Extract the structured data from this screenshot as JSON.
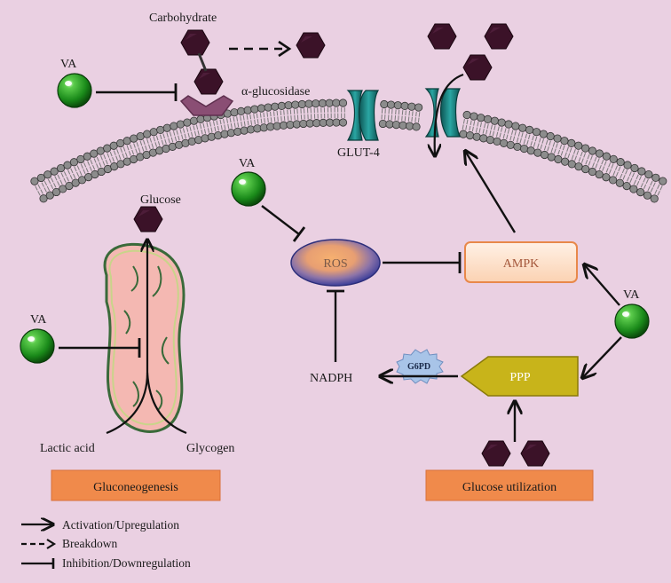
{
  "labels": {
    "carbohydrate": "Carbohydrate",
    "alpha_glucosidase": "α-glucosidase",
    "glut4": "GLUT-4",
    "glucose": "Glucose",
    "ros": "ROS",
    "ampk": "AMPK",
    "nadph": "NADPH",
    "g6pd": "G6PD",
    "ppp": "PPP",
    "lactic_acid": "Lactic acid",
    "glycogen": "Glycogen",
    "gluconeogenesis": "Gluconeogenesis",
    "glucose_utilization": "Glucose utilization",
    "va": "VA"
  },
  "legend": {
    "activation": "Activation/Upregulation",
    "breakdown": "Breakdown",
    "inhibition": "Inhibition/Downregulation"
  },
  "colors": {
    "background": "#ead0e2",
    "hexagon": "#3b1228",
    "va_sphere": "#1a8a1a",
    "ros_outer": "#3d3f9a",
    "ros_inner": "#f2a76a",
    "ampk_border": "#e8884a",
    "ampk_fill": "#fde0c8",
    "ppp_fill": "#c8b41a",
    "orange_box": "#f08a4b",
    "glut4": "#1a7a78",
    "enzyme": "#8a4e74",
    "mito_fill": "#f4b8b2",
    "mito_border": "#3a6a3a"
  },
  "icons": {
    "va": "green-sphere-icon",
    "glucose": "hexagon-icon",
    "g6pd": "starburst-icon"
  }
}
